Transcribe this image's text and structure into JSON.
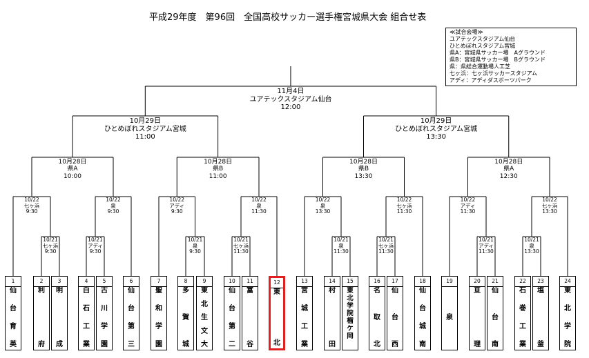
{
  "title": "平成29年度　第96回　全国高校サッカー選手権宮城県大会 組合せ表",
  "venues": [
    "≪試合会場≫",
    "ユアテックスタジアム仙台",
    "ひとめぼれスタジアム宮城",
    "県A：宮城県サッカー場　Aグラウンド",
    "県B：宮城県サッカー場　Bグラウンド",
    "県：県総合運動場人工芝",
    "七ヶ浜：七ヶ浜サッカースタジアム",
    "アディ：アディダスボーツパーク"
  ],
  "final": {
    "date": "11月4日",
    "venue": "ユアテックスタジアム仙台",
    "time": "12:00"
  },
  "semis": [
    {
      "date": "10月29日",
      "venue": "ひとめぼれスタジアム宮城",
      "time": "11:00"
    },
    {
      "date": "10月29日",
      "venue": "ひとめぼれスタジアム宮城",
      "time": "13:30"
    }
  ],
  "quarters": [
    {
      "date": "10月28日",
      "venue": "県A",
      "time": "10:00"
    },
    {
      "date": "10月28日",
      "venue": "県B",
      "time": "11:00"
    },
    {
      "date": "10月28日",
      "venue": "県B",
      "time": "13:30"
    },
    {
      "date": "10月28日",
      "venue": "県A",
      "time": "12:30"
    }
  ],
  "r16": [
    {
      "date": "10/22",
      "venue": "七ヶ浜",
      "time": "9:30"
    },
    {
      "date": "10/22",
      "venue": "泉",
      "time": "9:30"
    },
    {
      "date": "10/22",
      "venue": "アディ",
      "time": "9:30"
    },
    {
      "date": "10/22",
      "venue": "泉",
      "time": "11:30"
    },
    {
      "date": "10/22",
      "venue": "泉",
      "time": "13:30"
    },
    {
      "date": "10/22",
      "venue": "七ヶ浜",
      "time": "11:30"
    },
    {
      "date": "10/22",
      "venue": "アディ",
      "time": "11:30"
    },
    {
      "date": "10/22",
      "venue": "七ヶ浜",
      "time": "13:30"
    }
  ],
  "r1": [
    {
      "date": "10/21",
      "venue": "七ヶ浜",
      "time": "9:30"
    },
    {
      "date": "10/21",
      "venue": "アディ",
      "time": "9:30"
    },
    {
      "date": "10/21",
      "venue": "泉",
      "time": "9:30"
    },
    {
      "date": "10/21",
      "venue": "七ヶ浜",
      "time": "11:30"
    },
    {
      "date": "10/21",
      "venue": "泉",
      "time": "11:30"
    },
    {
      "date": "10/21",
      "venue": "七ヶ浜",
      "time": "11:30"
    },
    {
      "date": "10/21",
      "venue": "アディ",
      "time": "11:30"
    },
    {
      "date": "10/21",
      "venue": "泉",
      "time": "13:30"
    }
  ],
  "teams": [
    {
      "num": "1",
      "chars": [
        "仙",
        "台",
        "育",
        "英"
      ]
    },
    {
      "num": "2",
      "chars": [
        "利",
        "府"
      ]
    },
    {
      "num": "3",
      "chars": [
        "明",
        "成"
      ]
    },
    {
      "num": "4",
      "chars": [
        "白",
        "石",
        "工",
        "業"
      ]
    },
    {
      "num": "5",
      "chars": [
        "古",
        "川",
        "学",
        "園"
      ]
    },
    {
      "num": "6",
      "chars": [
        "仙",
        "台",
        "第",
        "三"
      ]
    },
    {
      "num": "7",
      "chars": [
        "聖",
        "和",
        "学",
        "園"
      ]
    },
    {
      "num": "8",
      "chars": [
        "多",
        "賀",
        "城"
      ]
    },
    {
      "num": "9",
      "chars": [
        "東",
        "北",
        "生",
        "文",
        "大"
      ]
    },
    {
      "num": "10",
      "chars": [
        "仙",
        "台",
        "第",
        "二"
      ]
    },
    {
      "num": "11",
      "chars": [
        "富",
        "谷"
      ]
    },
    {
      "num": "12",
      "chars": [
        "東",
        "北"
      ]
    },
    {
      "num": "13",
      "chars": [
        "宮",
        "城",
        "工",
        "業"
      ]
    },
    {
      "num": "14",
      "chars": [
        "村",
        "田"
      ]
    },
    {
      "num": "15",
      "chars": [
        "東",
        "北",
        "学",
        "院",
        "榴",
        "ケ",
        "岡"
      ]
    },
    {
      "num": "16",
      "chars": [
        "名",
        "取",
        "北"
      ]
    },
    {
      "num": "17",
      "chars": [
        "仙",
        "台",
        "西"
      ]
    },
    {
      "num": "18",
      "chars": [
        "仙",
        "台",
        "城",
        "南"
      ]
    },
    {
      "num": "19",
      "chars": [
        "泉"
      ]
    },
    {
      "num": "20",
      "chars": [
        "亘",
        "理"
      ]
    },
    {
      "num": "21",
      "chars": [
        "仙",
        "台",
        "南"
      ]
    },
    {
      "num": "22",
      "chars": [
        "石",
        "巻",
        "工",
        "業"
      ]
    },
    {
      "num": "23",
      "chars": [
        "塩",
        "釜"
      ]
    },
    {
      "num": "24",
      "chars": [
        "東",
        "北",
        "学",
        "院"
      ]
    }
  ],
  "highlight_team": "12",
  "highlight_color": "#e02020"
}
